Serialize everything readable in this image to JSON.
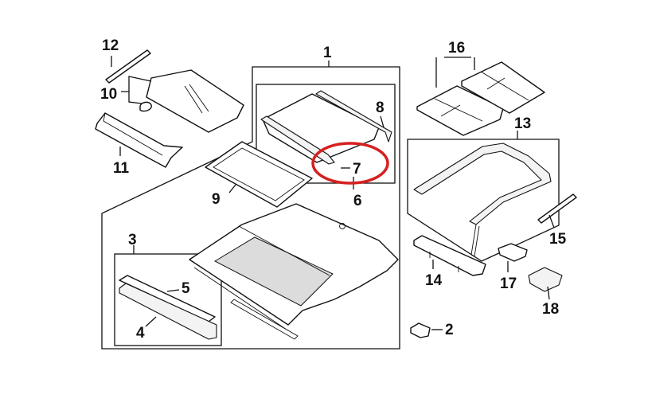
{
  "callouts": [
    {
      "key": "p1",
      "label": "1"
    },
    {
      "key": "p2",
      "label": "2"
    },
    {
      "key": "p3",
      "label": "3"
    },
    {
      "key": "p4",
      "label": "4"
    },
    {
      "key": "p5",
      "label": "5"
    },
    {
      "key": "p6",
      "label": "6"
    },
    {
      "key": "p7",
      "label": "7"
    },
    {
      "key": "p8",
      "label": "8"
    },
    {
      "key": "p9",
      "label": "9"
    },
    {
      "key": "p10",
      "label": "10"
    },
    {
      "key": "p11",
      "label": "11"
    },
    {
      "key": "p12",
      "label": "12"
    },
    {
      "key": "p13",
      "label": "13"
    },
    {
      "key": "p14",
      "label": "14"
    },
    {
      "key": "p15",
      "label": "15"
    },
    {
      "key": "p16",
      "label": "16"
    },
    {
      "key": "p17",
      "label": "17"
    },
    {
      "key": "p18",
      "label": "18"
    }
  ],
  "highlight": {
    "target": "7",
    "color": "#d62020"
  }
}
